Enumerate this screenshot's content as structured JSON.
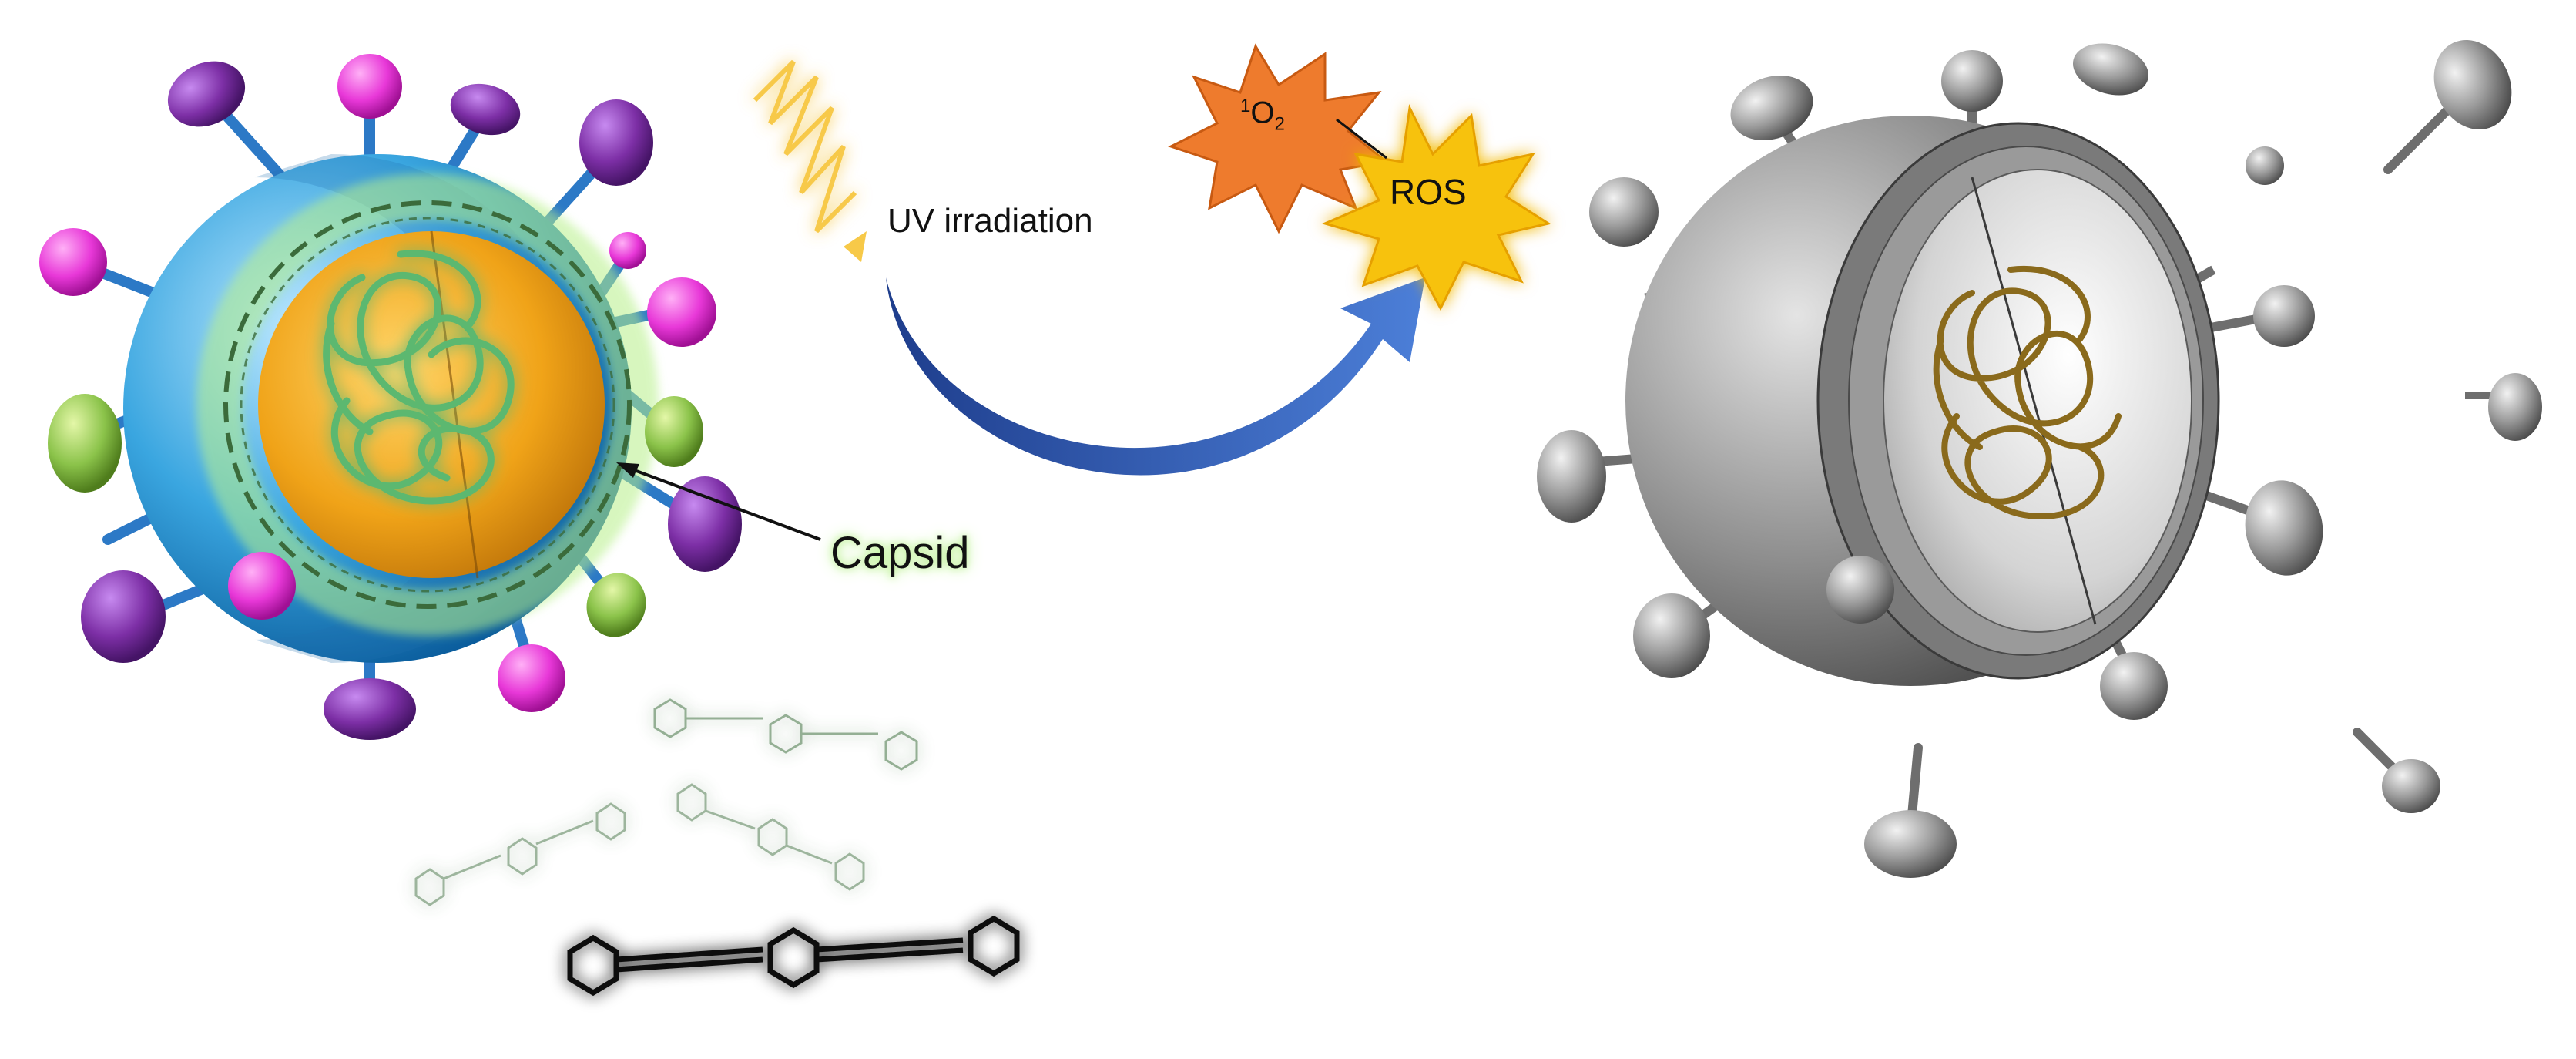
{
  "labels": {
    "uv": "UV irradiation",
    "capsid": "Capsid",
    "singlet_oxygen": {
      "sup": "1",
      "base": "O",
      "sub": "2"
    },
    "ros": "ROS"
  },
  "colors": {
    "outer_shell": "#3aa6e0",
    "inner_core": "#f0a318",
    "rna_strand": "#5cb870",
    "glow": "#b7f08a",
    "magenta_spike": "#e838d8",
    "purple_spike": "#7d2fa6",
    "green_spike": "#8bc34a",
    "arrow": "#2f5fb8",
    "uv_wave": "#f7c948",
    "singlet_oxygen_burst": "#ee7b2d",
    "ros_burst": "#f7c20d",
    "inactivated_virus": "#8c8c8c",
    "inactivated_rna": "#8a6a1c"
  }
}
